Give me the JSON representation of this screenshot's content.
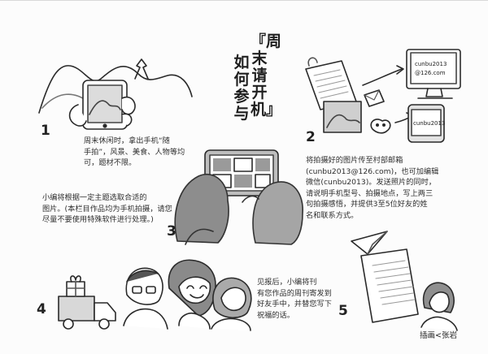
{
  "title": {
    "left_column": "如何参与",
    "right_column": "『周末请开机』"
  },
  "steps": [
    {
      "number": "1",
      "text": "周末休闲时，拿出手机“随\n手拍”，风景、美食、人物等均\n可，题材不限。"
    },
    {
      "number": "2",
      "text": "将拍摄好的图片传至村部邮箱\n(cunbu2013@126.com)，也可加编辑\n微信(cunbu2013)。发送照片的同时，\n请说明手机型号、拍摄地点，写上两三\n句拍摄感悟，并提供3至5位好友的姓\n名和联系方式。"
    },
    {
      "number": "3",
      "text": "小编将根据一定主题选取合适的\n图片。(本栏目作品均为手机拍摄，请您\n尽量不要使用特殊软件进行处理。)"
    },
    {
      "number": "4",
      "text": "见报后，小编将刊\n有您作品的周刊寄发到\n好友手中，并替您写下\n祝福的话。"
    },
    {
      "number": "5",
      "text": ""
    }
  ],
  "screens": {
    "monitor_line1": "cunbu2013",
    "monitor_line2": "@126.com",
    "phone_label": "cunbu2013"
  },
  "credit": "插画<张岩"
}
